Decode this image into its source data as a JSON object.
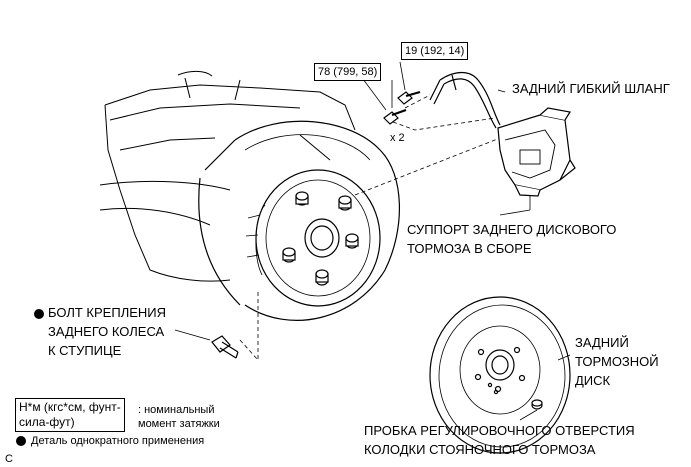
{
  "torque_callouts": {
    "caliper_bolt": "78 (799, 58)",
    "hose_bolt": "19 (192, 14)",
    "bolt_quantity": "x 2"
  },
  "labels": {
    "rear_flexible_hose": "ЗАДНИЙ ГИБКИЙ ШЛАНГ",
    "caliper_line1": "СУППОРТ ЗАДНЕГО ДИСКОВОГО",
    "caliper_line2": "ТОРМОЗА В СБОРЕ",
    "hub_bolt_line1": "БОЛТ КРЕПЛЕНИЯ",
    "hub_bolt_line2": "ЗАДНЕГО КОЛЕСА",
    "hub_bolt_line3": "К СТУПИЦЕ",
    "disc_line1": "ЗАДНИЙ",
    "disc_line2": "ТОРМОЗНОЙ",
    "disc_line3": "ДИСК",
    "plug_line1": "ПРОБКА РЕГУЛИРОВОЧНОГО ОТВЕРСТИЯ",
    "plug_line2": "КОЛОДКИ СТОЯНОЧНОГО ТОРМОЗА"
  },
  "legend": {
    "torque_unit_box": "Н*м (кгс*см, фунт-\nсила-фут)",
    "torque_unit_text": ": номинальный\nмомент затяжки",
    "non_reusable_text": "Деталь однократного применения",
    "corner_mark": "C"
  },
  "colors": {
    "line": "#000000",
    "fill": "#ffffff",
    "shade": "#d9d9d9"
  }
}
